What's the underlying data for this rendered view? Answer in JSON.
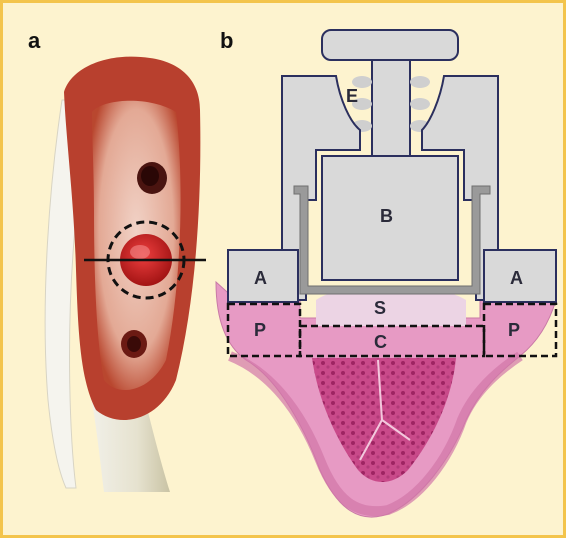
{
  "panels": {
    "a": {
      "label": "a"
    },
    "b": {
      "label": "b"
    }
  },
  "parts": {
    "E": "E",
    "B": "B",
    "A_left": "A",
    "A_right": "A",
    "S": "S",
    "P_left": "P",
    "P_right": "P",
    "C": "C"
  },
  "colors": {
    "background": "#fdf3cf",
    "frame": "#f3c44c",
    "device_fill": "#d9d9d9",
    "device_stroke": "#2b2f5e",
    "cup_stroke": "#8a8a8a",
    "tissue_pink": "#e79ac4",
    "tissue_marrow": "#b0306e",
    "bone_red": "#c0392b"
  }
}
